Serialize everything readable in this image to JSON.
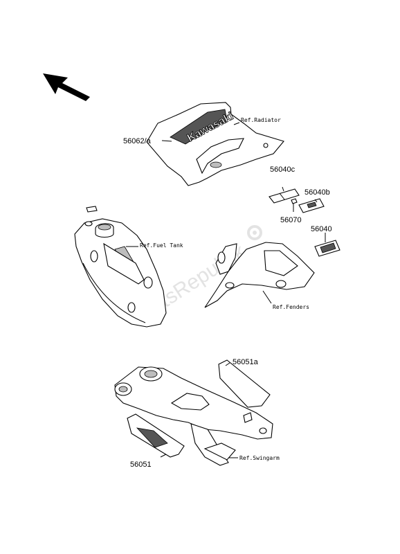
{
  "watermark": "PartsRepublik",
  "part_numbers": {
    "shroud_label": "56062/a",
    "label_c": "56040c",
    "label_b": "56040b",
    "label_small": "56070",
    "label": "56040",
    "swingarm_upper": "56051a",
    "swingarm_lower": "56051"
  },
  "references": {
    "radiator": "Ref.Radiator",
    "fuel_tank": "Ref.Fuel Tank",
    "fenders": "Ref.Fenders",
    "swingarm": "Ref.Swingarm"
  },
  "brand_decal_text": "Kawasaki"
}
